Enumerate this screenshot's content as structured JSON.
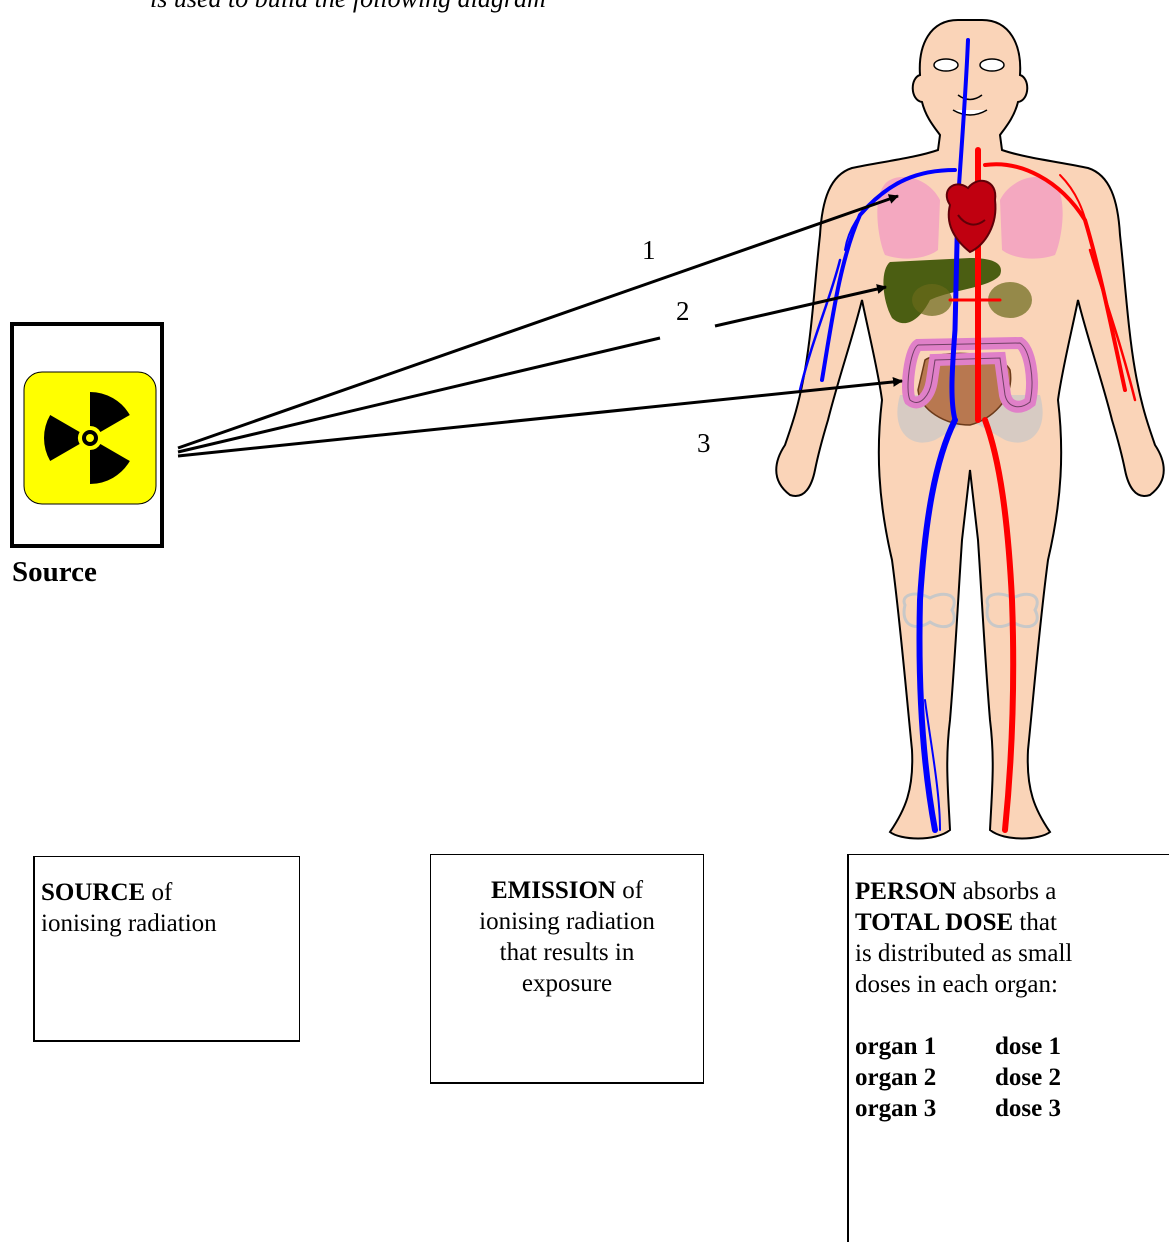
{
  "intro_text": "is used to build the following diagram",
  "source_label": "Source",
  "pathways": [
    "1",
    "2",
    "3"
  ],
  "boxes": {
    "source": {
      "bold": "SOURCE",
      "rest": " of",
      "line2": "ionising radiation"
    },
    "emission": {
      "bold": "EMISSION",
      "rest": " of",
      "line2": "ionising radiation",
      "line3": "that results in",
      "line4": "exposure"
    },
    "person": {
      "bold1": "PERSON",
      "rest1": " absorbs a",
      "bold2": "TOTAL DOSE",
      "rest2": " that",
      "line3": "is distributed as small",
      "line4": "doses in each organ:",
      "organs": [
        {
          "organ": "organ 1",
          "dose": "dose 1"
        },
        {
          "organ": "organ 2",
          "dose": "dose 2"
        },
        {
          "organ": "organ 3",
          "dose": "dose 3"
        }
      ]
    }
  },
  "colors": {
    "radiation_bg": "#ffff00",
    "skin": "#fad4b8",
    "artery": "#ff0000",
    "vein": "#0000ff",
    "lungs": "#f4a8c0",
    "heart": "#c00010",
    "liver": "#4b5e12",
    "kidney": "#6a6a1a",
    "colon": "#e080c8",
    "intestine": "#b87850",
    "bone": "#c8c8c8"
  }
}
